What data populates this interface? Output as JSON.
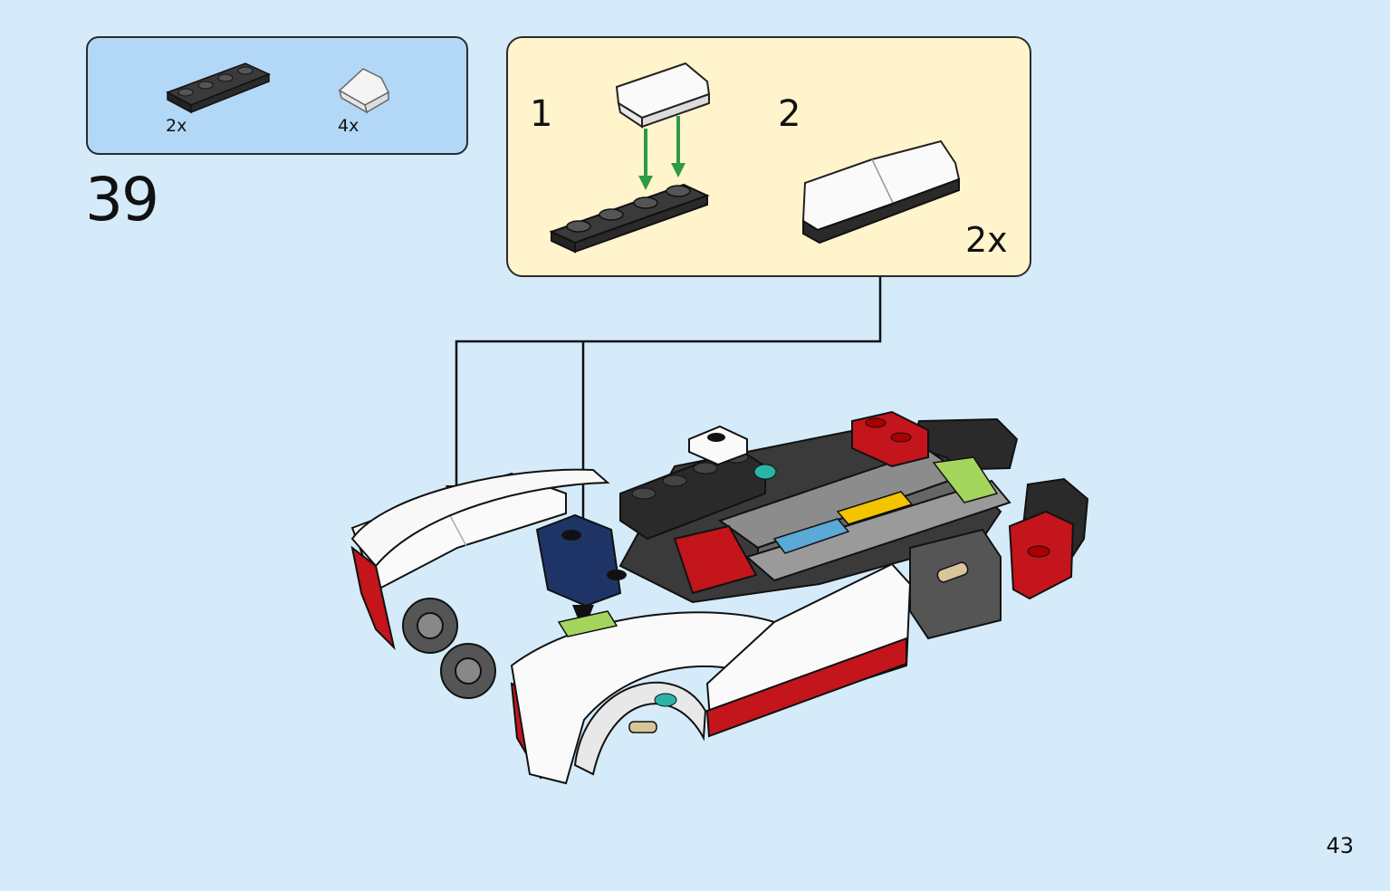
{
  "parts_list": {
    "items": [
      {
        "name": "plate-1x4-black",
        "qty": "2x",
        "color": "#2f2f2f"
      },
      {
        "name": "slope-white",
        "qty": "4x",
        "color": "#ffffff"
      }
    ]
  },
  "step": {
    "number": "39"
  },
  "subassembly": {
    "substep_1": "1",
    "substep_2": "2",
    "multiplier": "2x"
  },
  "colors": {
    "background": "#d5ebfa",
    "parts_bg": "#b3d7f6",
    "sub_bg": "#fff4cc",
    "arrow_green": "#2e9b45",
    "brick_red": "#c4141c",
    "brick_black": "#2a2a2a",
    "brick_gray": "#8c8c8c",
    "brick_navy": "#1f3466"
  },
  "page": {
    "number": "43"
  }
}
